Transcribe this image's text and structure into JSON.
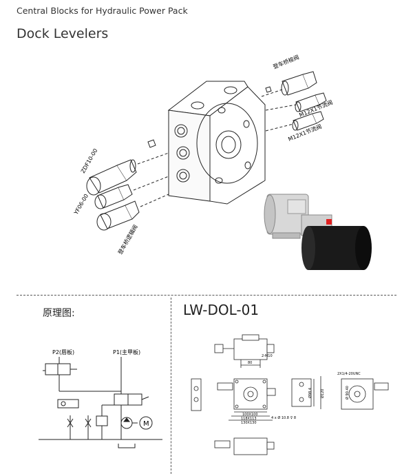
{
  "header": {
    "subtitle": "Central Blocks for Hydraulic Power Pack",
    "title": "Dock Levelers"
  },
  "exploded_view": {
    "callouts": {
      "dock_valve": "登车桥梭阀",
      "throttle_1": "M12X1节流阀",
      "throttle_2": "M12X1节流阀",
      "zdf": "ZDF10-00",
      "yf": "YF06-00",
      "logic_valve": "登车桥逻辑阀"
    }
  },
  "schematic": {
    "heading": "原理图:",
    "port_p2": "P2(唇板)",
    "port_p1": "P1(主甲板)",
    "motor_label": "M"
  },
  "drawing": {
    "model": "LW-DOL-01",
    "dims": {
      "d80": "80",
      "m10": "2-M10",
      "d100": "100X100",
      "d118": "118X113",
      "d130": "130X130",
      "holes": "4 x Ø 10.8 ⊽ 8",
      "d98": "Ø98.4",
      "d120": "Ø120",
      "thread": "2X1/4-20UNC",
      "d90": "Ø 90.40"
    }
  },
  "colors": {
    "line": "#222222",
    "dash": "#555555",
    "red": "#e02020"
  }
}
